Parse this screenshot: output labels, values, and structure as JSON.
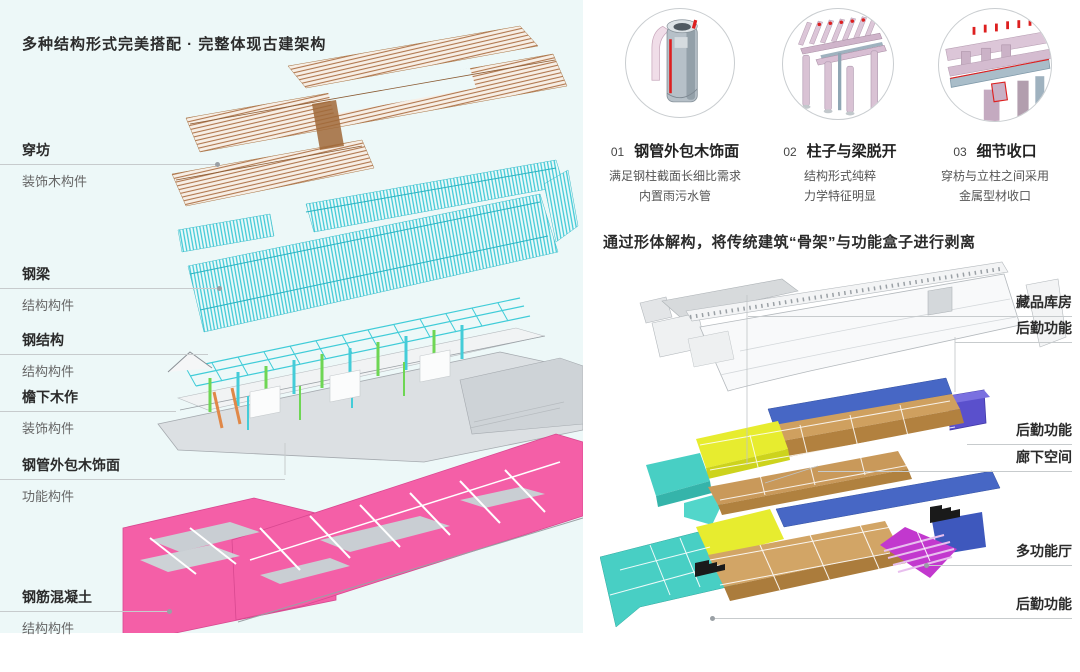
{
  "left_panel": {
    "title": "多种结构形式完美搭配 · 完整体现古建架构",
    "layers": [
      {
        "name": "穿坊",
        "type": "装饰木构件"
      },
      {
        "name": "钢梁",
        "type": "结构构件"
      },
      {
        "name": "钢结构",
        "type": "结构构件"
      },
      {
        "name": "檐下木作",
        "type": "装饰构件"
      },
      {
        "name": "钢管外包木饰面",
        "type": "功能构件"
      },
      {
        "name": "钢筋混凝土",
        "type": "结构构件"
      }
    ]
  },
  "detail_callouts": [
    {
      "number": "01",
      "title": "钢管外包木饰面",
      "desc1": "满足钢柱截面长细比需求",
      "desc2": "内置雨污水管"
    },
    {
      "number": "02",
      "title": "柱子与梁脱开",
      "desc1": "结构形式纯粹",
      "desc2": "力学特征明显"
    },
    {
      "number": "03",
      "title": "细节收口",
      "desc1": "穿枋与立柱之间采用",
      "desc2": "金属型材收口"
    }
  ],
  "right_panel": {
    "title": "通过形体解构，将传统建筑“骨架”与功能盒子进行剥离",
    "labels": [
      {
        "text": "藏品库房"
      },
      {
        "text": "后勤功能"
      },
      {
        "text": "后勤功能"
      },
      {
        "text": "廊下空间"
      },
      {
        "text": "多功能厅"
      },
      {
        "text": "后勤功能"
      }
    ]
  },
  "colors": {
    "left_background": "#edf8f8",
    "wood_brown": "#b0774e",
    "steel_beam_cyan": "#3ec9d6",
    "structure_green": "#6ed654",
    "concrete_pink": "#f45fa7",
    "box_teal": "#48cfc4",
    "box_yellow": "#e7ec2f",
    "box_blue": "#4767c5",
    "box_wood_tan": "#c9995a",
    "box_purple": "#5a50cc",
    "multifunction_magenta": "#c238ce",
    "detail_red": "#dd1f1f",
    "detail_mauve": "#dcc6d8"
  }
}
